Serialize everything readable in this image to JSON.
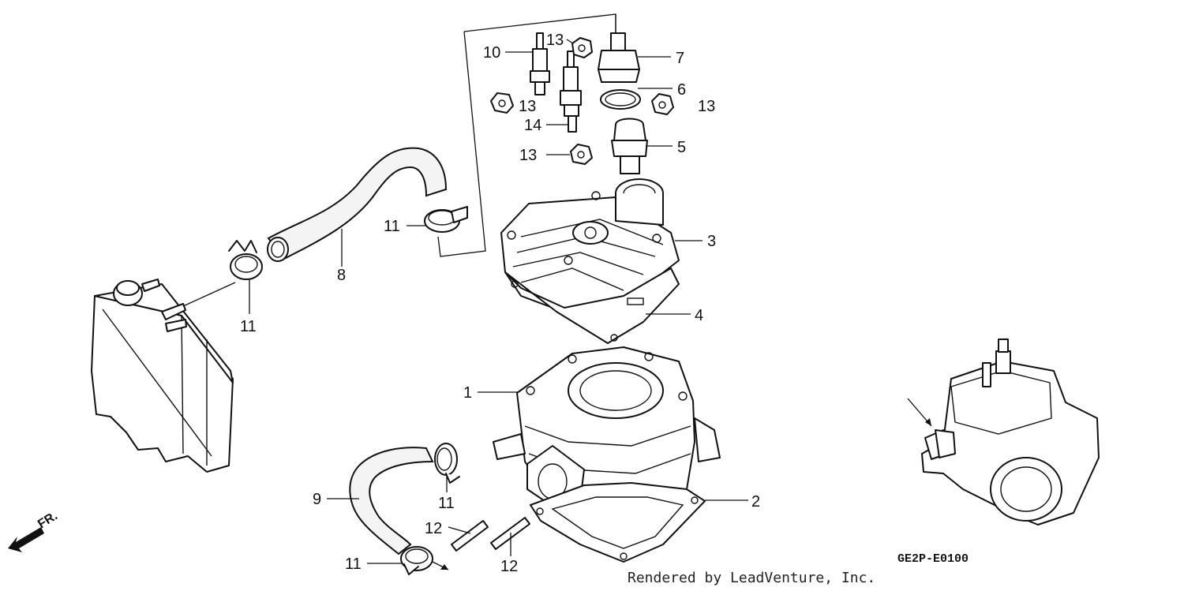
{
  "diagram": {
    "callouts": {
      "c1": "1",
      "c2": "2",
      "c3": "3",
      "c4": "4",
      "c5": "5",
      "c6": "6",
      "c7": "7",
      "c8": "8",
      "c9": "9",
      "c10": "10",
      "c11a": "11",
      "c11b": "11",
      "c11c": "11",
      "c11d": "11",
      "c12a": "12",
      "c12b": "12",
      "c13a": "13",
      "c13b": "13",
      "c13c": "13",
      "c13d": "13",
      "c14": "14"
    },
    "direction_label": "FR.",
    "diagram_code": "GE2P-E0100",
    "credit": "Rendered by LeadVenture, Inc."
  }
}
